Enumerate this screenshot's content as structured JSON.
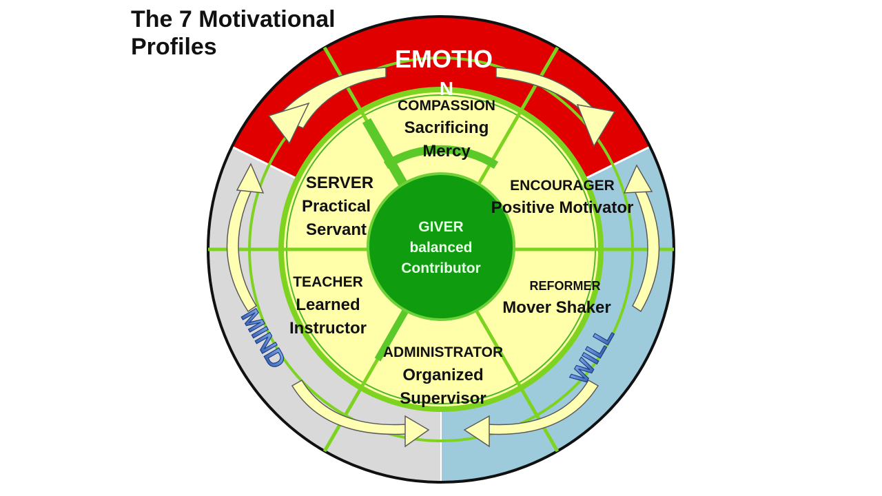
{
  "title": {
    "line1": "The 7 Motivational",
    "line2": "Profiles"
  },
  "outer_ring": {
    "emotion": {
      "line1": "EMOTIO",
      "line2": "N",
      "color": "#e00000"
    },
    "mind": {
      "label": "MIND",
      "color": "#d9d9d9"
    },
    "will": {
      "label": "WILL",
      "color": "#9ecbdc"
    }
  },
  "profiles": {
    "compassion": {
      "name": "COMPASSION",
      "line1": "Sacrificing",
      "line2": "Mercy"
    },
    "encourager": {
      "name": "ENCOURAGER",
      "line1": "Positive Motivator"
    },
    "reformer": {
      "name": "REFORMER",
      "line1": "Mover  Shaker"
    },
    "administrator": {
      "name": "ADMINISTRATOR",
      "line1": "Organized",
      "line2": "Supervisor"
    },
    "teacher": {
      "name": "TEACHER",
      "line1": "Learned",
      "line2": "Instructor"
    },
    "server": {
      "name": "SERVER",
      "line1": "Practical",
      "line2": "Servant"
    }
  },
  "center": {
    "name": "GIVER",
    "line1": "balanced",
    "line2": "Contributor"
  },
  "colors": {
    "inner_fill": "#ffffaa",
    "divider_green": "#7ed321",
    "center_green": "#0f9d0f",
    "arrow_fill": "#ffffb3",
    "word_art_blue": "#3566b8"
  }
}
